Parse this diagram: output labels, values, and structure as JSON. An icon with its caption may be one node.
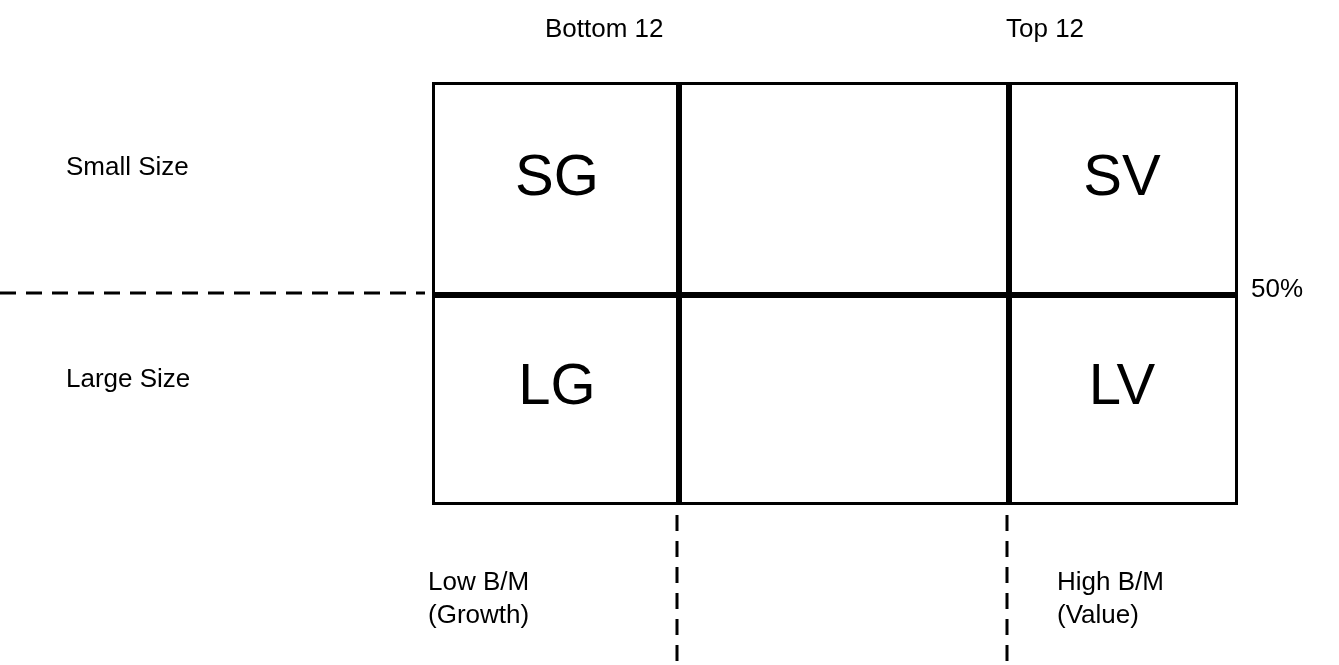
{
  "diagram": {
    "nodes": [
      {
        "text": [
          "SG"
        ]
      },
      {
        "text": [],
        "shape": "box"
      },
      {
        "text": [
          "SV"
        ]
      },
      {
        "text": [
          "LG"
        ]
      },
      {
        "text": [],
        "shape": "box"
      },
      {
        "text": [
          "LV"
        ]
      }
    ],
    "labels": [
      "Bottom 12",
      "Top 12",
      "Small Size",
      "50%",
      "Large Size",
      "Low B/M (Growth)",
      "High B/M (Value)"
    ]
  }
}
